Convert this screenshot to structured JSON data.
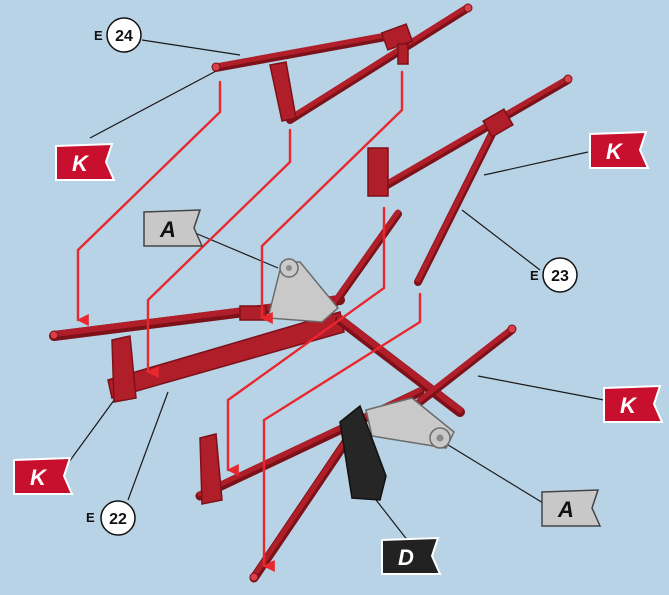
{
  "labels": {
    "e24": {
      "prefix": "E",
      "number": "24"
    },
    "e23": {
      "prefix": "E",
      "number": "23"
    },
    "e22": {
      "prefix": "E",
      "number": "22"
    }
  },
  "flags": {
    "k": "K",
    "a": "A",
    "d": "D"
  },
  "colors": {
    "background": "#b9d3e6",
    "part_red": "#b01e2a",
    "part_red_dark": "#7c1119",
    "part_red_light": "#d8404a",
    "arrow_red": "#e8282f",
    "flag_k": "#c8102e",
    "flag_a": "#c8c8c8",
    "flag_d": "#222222",
    "clip_gray": "#c9c9c9"
  },
  "icons": [
    "k-flag-icon",
    "a-flag-icon",
    "d-flag-icon"
  ]
}
